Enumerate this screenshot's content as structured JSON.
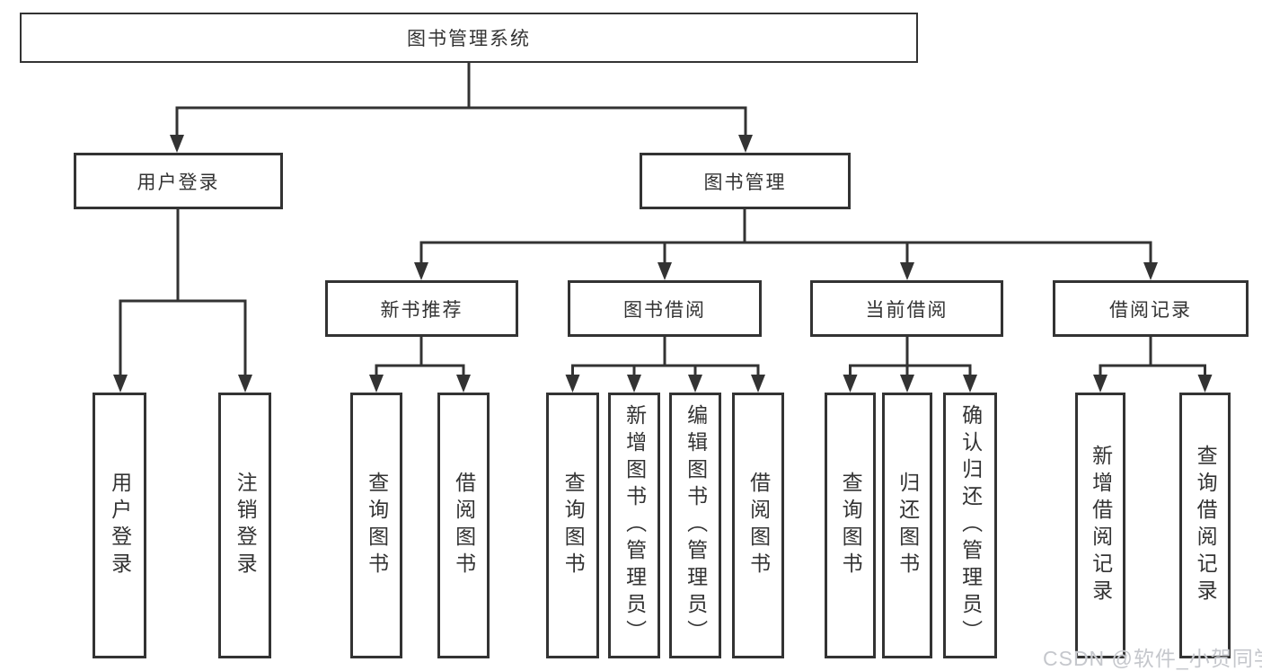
{
  "diagram": {
    "tree": {
      "label": "图书管理系统",
      "children": [
        {
          "label": "用户登录",
          "children": [
            {
              "label": "用户登录"
            },
            {
              "label": "注销登录"
            }
          ]
        },
        {
          "label": "图书管理",
          "children": [
            {
              "label": "新书推荐",
              "children": [
                {
                  "label": "查询图书"
                },
                {
                  "label": "借阅图书"
                }
              ]
            },
            {
              "label": "图书借阅",
              "children": [
                {
                  "label": "查询图书"
                },
                {
                  "label": "新增图书（管理员）"
                },
                {
                  "label": "编辑图书（管理员）"
                },
                {
                  "label": "借阅图书"
                }
              ]
            },
            {
              "label": "当前借阅",
              "children": [
                {
                  "label": "查询图书"
                },
                {
                  "label": "归还图书"
                },
                {
                  "label": "确认归还（管理员）"
                }
              ]
            },
            {
              "label": "借阅记录",
              "children": [
                {
                  "label": "新增借阅记录"
                },
                {
                  "label": "查询借阅记录"
                }
              ]
            }
          ]
        }
      ]
    },
    "colors": {
      "line": "#333333",
      "box_border": "#333333",
      "box_fill": "#ffffff",
      "text": "#333333",
      "background": "#ffffff",
      "watermark": "#c5c7cc"
    }
  },
  "watermark": {
    "text": "CSDN @软件_小贺同学"
  }
}
